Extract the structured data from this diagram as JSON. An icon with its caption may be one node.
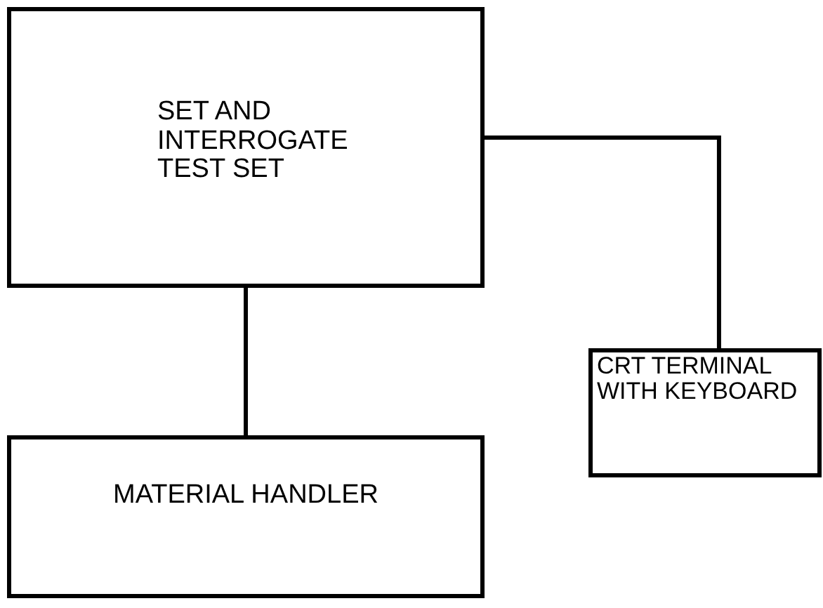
{
  "diagram": {
    "nodes": [
      {
        "text": [
          "SET AND INTERROGATE TEST SET"
        ]
      },
      {
        "text": [
          "MATERIAL HANDLER"
        ]
      },
      {
        "text": [
          "CRT TERMINAL WITH KEYBOARD"
        ]
      }
    ],
    "edges": [
      {
        "from": 0,
        "to": 1,
        "arrow": "none"
      },
      {
        "from": 0,
        "to": 2,
        "arrow": "none"
      }
    ]
  }
}
